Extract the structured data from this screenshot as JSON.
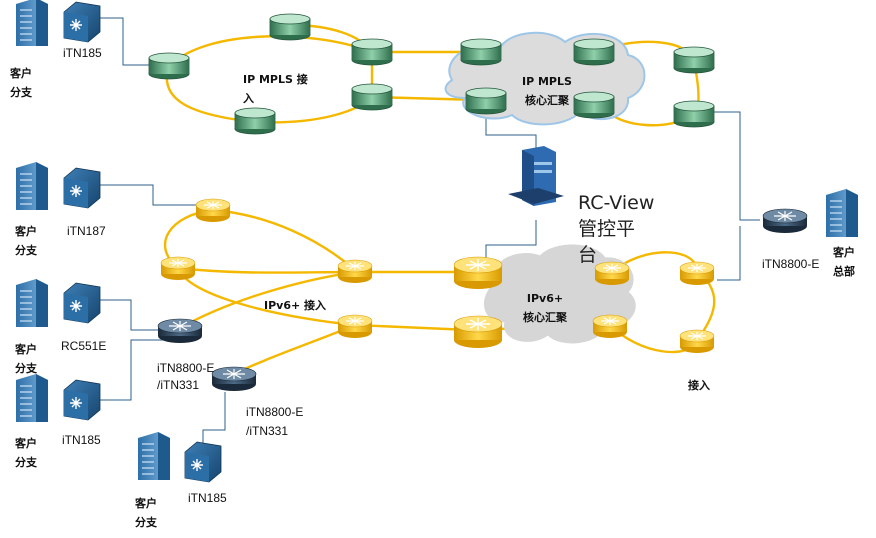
{
  "labels": {
    "itn185_top": "iTN185",
    "itn187": "iTN187",
    "rc551e": "RC551E",
    "itn185_mid": "iTN185",
    "itn185_bot": "iTN185",
    "itn8800_a_1": "iTN8800-E",
    "itn8800_a_2": "/iTN331",
    "itn8800_b_1": "iTN8800-E",
    "itn8800_b_2": "/iTN331",
    "itn8800_hq": "iTN8800-E",
    "ipmpls_access_1": "IP MPLS 接",
    "ipmpls_access_2": "入",
    "ipmpls_core_1": "IP MPLS",
    "ipmpls_core_2": "核心汇聚",
    "ipv6_access": "IPv6+  接入",
    "ipv6_core_1": "IPv6+",
    "ipv6_core_2": "核心汇聚",
    "rcview_1": "RC-View",
    "rcview_2": "管控平",
    "rcview_3": "台",
    "access_right": "接入",
    "branch_1a": "客户",
    "branch_1b": "分支",
    "branch_2a": "客户",
    "branch_2b": "分支",
    "branch_3a": "客户",
    "branch_3b": "分支",
    "branch_4a": "客户",
    "branch_4b": "分支",
    "branch_5a": "客户",
    "branch_5b": "分支",
    "hq_a": "客户",
    "hq_b": "总部"
  },
  "colors": {
    "ring": "#f5b800",
    "link": "#2f5f8a",
    "router_green": "#4e9a73",
    "router_yellow": "#f2b705",
    "cloud": "#d8d8d8"
  }
}
